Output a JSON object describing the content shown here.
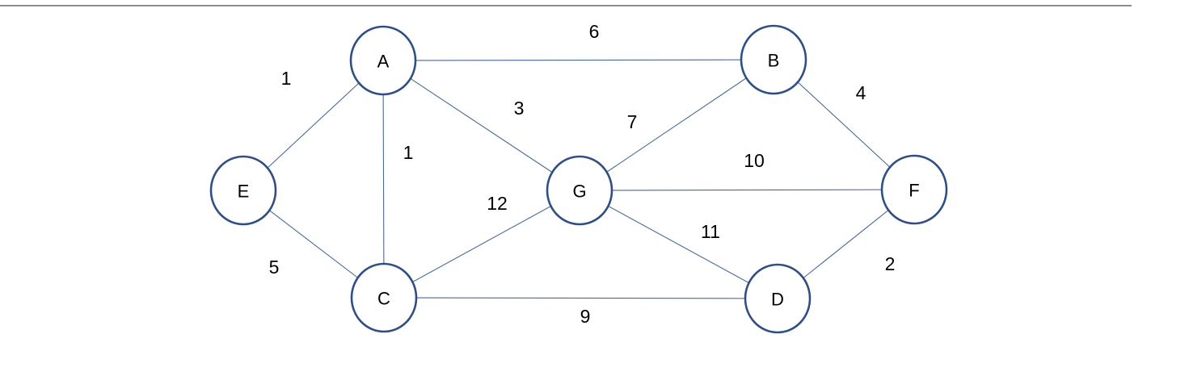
{
  "graph": {
    "nodes": [
      "A",
      "B",
      "C",
      "D",
      "E",
      "F",
      "G"
    ],
    "edges": [
      {
        "from": "A",
        "to": "B",
        "weight": "6"
      },
      {
        "from": "A",
        "to": "E",
        "weight": "1"
      },
      {
        "from": "A",
        "to": "C",
        "weight": "1"
      },
      {
        "from": "A",
        "to": "G",
        "weight": "3"
      },
      {
        "from": "B",
        "to": "G",
        "weight": "7"
      },
      {
        "from": "B",
        "to": "F",
        "weight": "4"
      },
      {
        "from": "G",
        "to": "F",
        "weight": "10"
      },
      {
        "from": "C",
        "to": "G",
        "weight": "12"
      },
      {
        "from": "G",
        "to": "D",
        "weight": "11"
      },
      {
        "from": "E",
        "to": "C",
        "weight": "5"
      },
      {
        "from": "C",
        "to": "D",
        "weight": "9"
      },
      {
        "from": "D",
        "to": "F",
        "weight": "2"
      }
    ]
  },
  "colors": {
    "node_stroke": "#2f4f84",
    "edge": "#4a6a96",
    "text": "#000000"
  }
}
